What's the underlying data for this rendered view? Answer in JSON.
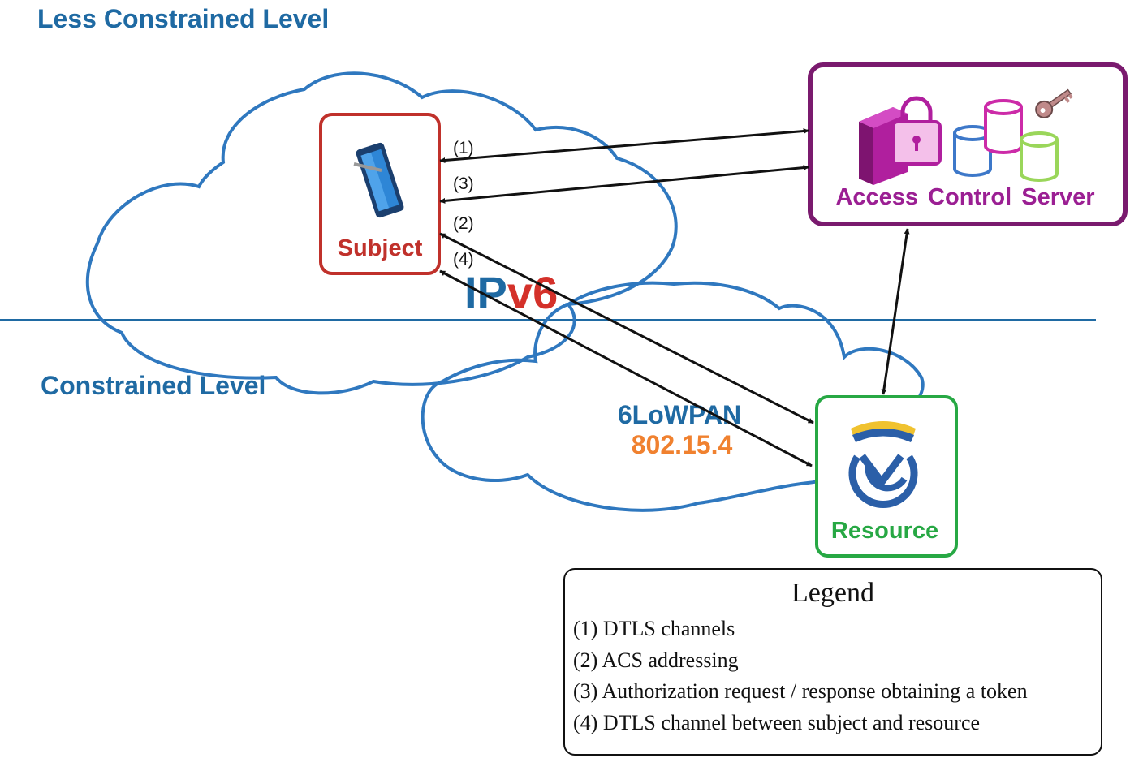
{
  "levels": {
    "less_constrained": "Less Constrained Level",
    "constrained": "Constrained Level"
  },
  "ipv6": {
    "ip": "IP",
    "v6": "v6"
  },
  "lowpan": {
    "name": "6LoWPAN",
    "standard": "802.15.4"
  },
  "subject": {
    "label": "Subject"
  },
  "acs": {
    "label": "Access Control Server"
  },
  "resource": {
    "label": "Resource"
  },
  "arrow_labels": {
    "a1": "(1)",
    "a2": "(2)",
    "a3": "(3)",
    "a4": "(4)"
  },
  "legend": {
    "title": "Legend",
    "items": [
      "(1) DTLS channels",
      "(2) ACS addressing",
      "(3) Authorization request / response obtaining a token",
      "(4) DTLS channel between subject and resource"
    ]
  },
  "colors": {
    "cloud_stroke": "#2f78bf",
    "level_text": "#1f6aa3",
    "subject": "#c0312b",
    "acs": "#7a1a6e",
    "acs_text": "#9b1f93",
    "resource": "#27a844",
    "ipv6_red": "#d4312a",
    "standard_orange": "#f0812f"
  },
  "icons": {
    "subject": "tablet-icon",
    "acs_server": "server-lock-icon",
    "acs_databases": "database-icon",
    "acs_key": "key-icon",
    "resource": "sensor-logo-icon"
  }
}
